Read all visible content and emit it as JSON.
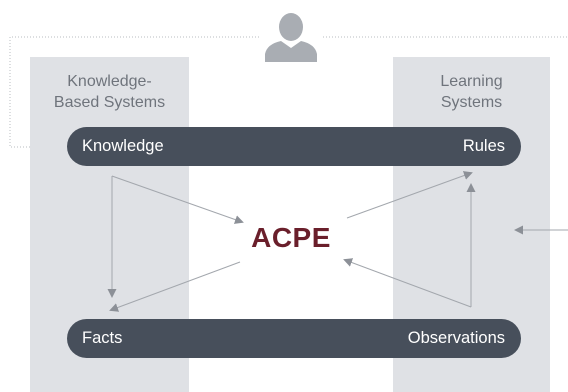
{
  "columns": {
    "left_title": "Knowledge-\nBased Systems",
    "right_title": "Learning\nSystems"
  },
  "bars": {
    "top_left": "Knowledge",
    "top_right": "Rules",
    "bottom_left": "Facts",
    "bottom_right": "Observations"
  },
  "center": {
    "label": "ACPE"
  },
  "icons": {
    "user": "user-icon"
  },
  "colors": {
    "column_bg": "#dfe1e5",
    "bar_bg": "#474f5b",
    "center_text": "#6a1f2b",
    "arrow": "#8c9097"
  }
}
